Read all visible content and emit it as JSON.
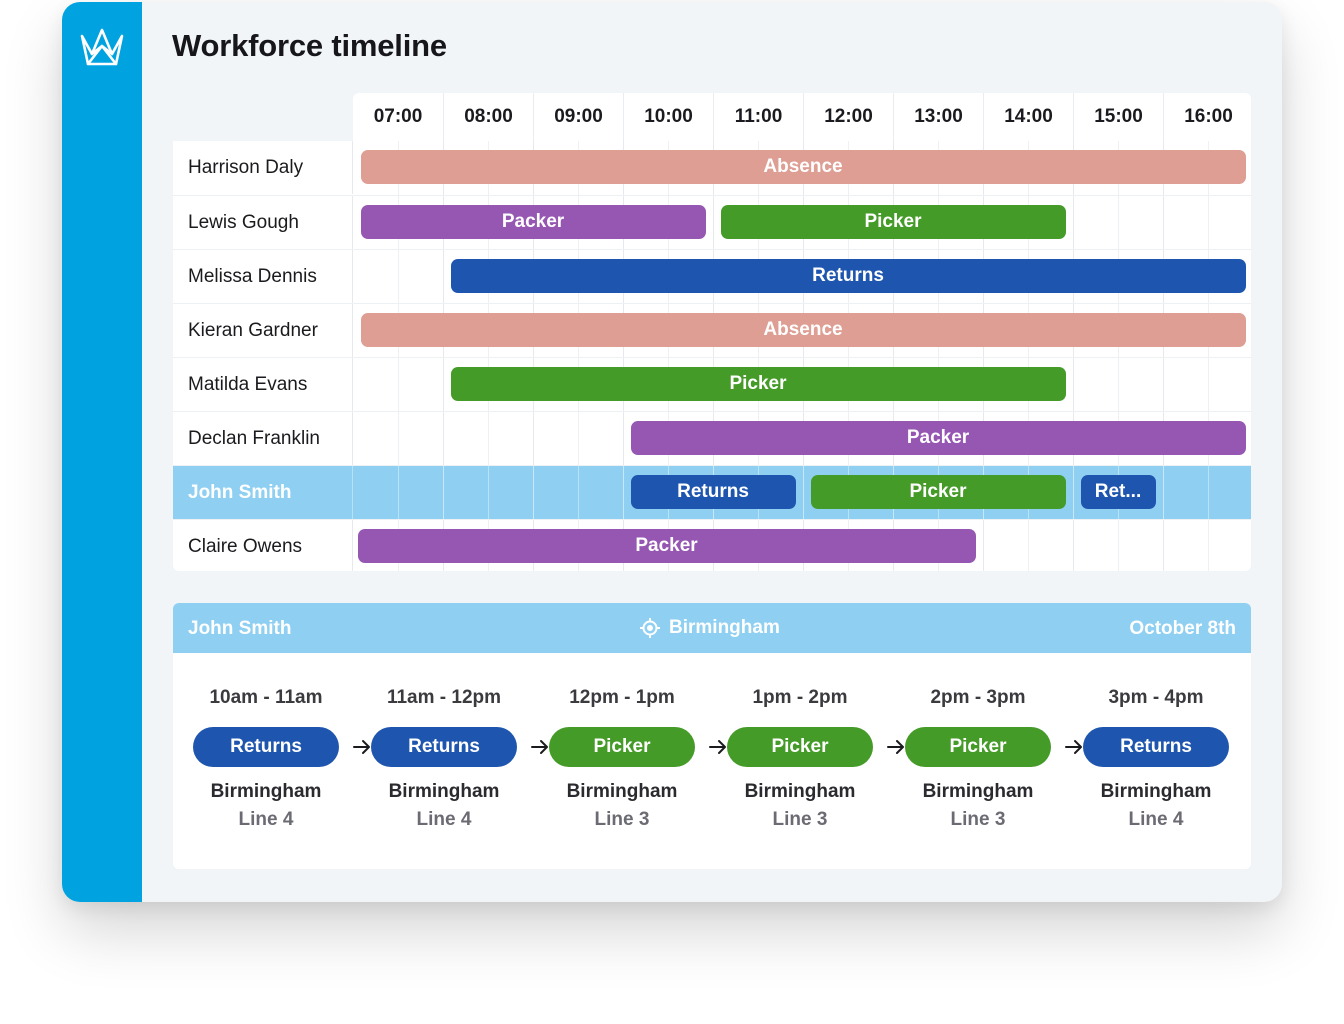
{
  "page": {
    "title": "Workforce timeline"
  },
  "colors": {
    "sidebar": "#00a3e0",
    "selected_row": "#8ecff2",
    "Absence": "#de9e93",
    "Packer": "#9657b3",
    "Picker": "#459b28",
    "Returns": "#1e55ae"
  },
  "timeline": {
    "hours": [
      "07:00",
      "08:00",
      "09:00",
      "10:00",
      "11:00",
      "12:00",
      "13:00",
      "14:00",
      "15:00",
      "16:00"
    ],
    "rows": [
      {
        "name": "Harrison Daly",
        "shifts": [
          {
            "label": "Absence",
            "role": "Absence",
            "start": "07:05",
            "end": "16:55"
          }
        ]
      },
      {
        "name": "Lewis Gough",
        "shifts": [
          {
            "label": "Packer",
            "role": "Packer",
            "start": "07:05",
            "end": "10:55"
          },
          {
            "label": "Picker",
            "role": "Picker",
            "start": "11:05",
            "end": "14:55"
          }
        ]
      },
      {
        "name": "Melissa Dennis",
        "shifts": [
          {
            "label": "Returns",
            "role": "Returns",
            "start": "08:05",
            "end": "16:55"
          }
        ]
      },
      {
        "name": "Kieran Gardner",
        "shifts": [
          {
            "label": "Absence",
            "role": "Absence",
            "start": "07:05",
            "end": "16:55"
          }
        ]
      },
      {
        "name": "Matilda Evans",
        "shifts": [
          {
            "label": "Picker",
            "role": "Picker",
            "start": "08:05",
            "end": "14:55"
          }
        ]
      },
      {
        "name": "Declan Franklin",
        "shifts": [
          {
            "label": "Packer",
            "role": "Packer",
            "start": "10:05",
            "end": "16:55"
          }
        ]
      },
      {
        "name": "John Smith",
        "selected": true,
        "shifts": [
          {
            "label": "Returns",
            "role": "Returns",
            "start": "10:05",
            "end": "11:55"
          },
          {
            "label": "Picker",
            "role": "Picker",
            "start": "12:05",
            "end": "14:55"
          },
          {
            "label": "Ret...",
            "role": "Returns",
            "start": "15:05",
            "end": "15:55"
          }
        ]
      },
      {
        "name": "Claire Owens",
        "shifts": [
          {
            "label": "Packer",
            "role": "Packer",
            "start": "07:03",
            "end": "13:55"
          }
        ]
      }
    ]
  },
  "detail": {
    "employee": "John Smith",
    "location": "Birmingham",
    "location_icon": "location-target-icon",
    "date": "October 8th",
    "slots": [
      {
        "time": "10am - 11am",
        "role": "Returns",
        "site": "Birmingham",
        "line": "Line 4"
      },
      {
        "time": "11am - 12pm",
        "role": "Returns",
        "site": "Birmingham",
        "line": "Line 4"
      },
      {
        "time": "12pm - 1pm",
        "role": "Picker",
        "site": "Birmingham",
        "line": "Line 3"
      },
      {
        "time": "1pm - 2pm",
        "role": "Picker",
        "site": "Birmingham",
        "line": "Line 3"
      },
      {
        "time": "2pm - 3pm",
        "role": "Picker",
        "site": "Birmingham",
        "line": "Line 3"
      },
      {
        "time": "3pm - 4pm",
        "role": "Returns",
        "site": "Birmingham",
        "line": "Line 4"
      }
    ]
  }
}
